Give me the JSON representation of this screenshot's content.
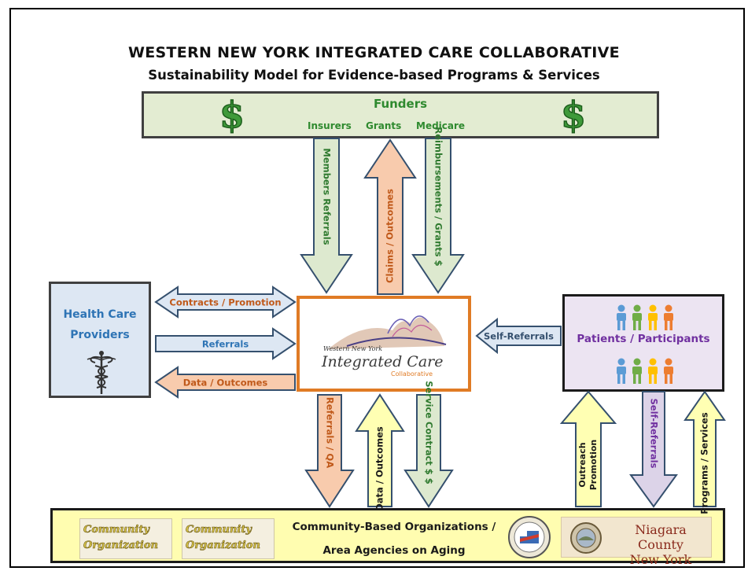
{
  "title": {
    "line1": "WESTERN NEW YORK INTEGRATED CARE COLLABORATIVE",
    "line2": "Sustainability Model for Evidence-based Programs & Services"
  },
  "funders": {
    "label": "Funders",
    "dollar_symbol": "$",
    "insurers": "Insurers",
    "grants": "Grants",
    "medicare": "Medicare"
  },
  "health_care_providers": {
    "line1": "Health Care",
    "line2": "Providers",
    "icon": "caduceus-icon"
  },
  "center_logo": {
    "small_text": "Western New York",
    "main_text": "Integrated Care",
    "sub_text": "Collaborative"
  },
  "patients": {
    "label": "Patients / Participants",
    "icon": "people-icon",
    "figure_colors": [
      "#5b9bd5",
      "#70ad47",
      "#ffc000",
      "#ed7d31"
    ]
  },
  "cbo": {
    "line1": "Community-Based Organizations /",
    "line2": "Area Agencies on Aging",
    "logo_text_1": "Community",
    "logo_text_2": "Organization",
    "niagara_line1": "Niagara County",
    "niagara_line2": "New York"
  },
  "arrows": {
    "members_referrals": "Members Referrals",
    "claims_outcomes": "Claims / Outcomes",
    "reimbursements": "Reimbursements / Grants $",
    "contracts_promotion": "Contracts / Promotion",
    "referrals": "Referrals",
    "data_outcomes_left": "Data / Outcomes",
    "self_referrals_in": "Self-Referrals",
    "referrals_qa": "Referrals / QA",
    "data_outcomes_up": "Data / Outcomes",
    "service_contract": "Service Contract $ $",
    "outreach": "Outreach",
    "promotion": "Promotion",
    "self_referrals_down": "Self-Referrals",
    "programs_services": "Programs / Services"
  },
  "colors": {
    "green_arrow": "#dde9cf",
    "orange_arrow": "#f8cbad",
    "blue_arrow": "#dde7f3",
    "yellow_arrow": "#ffffb3",
    "purple_arrow": "#dcd3e8",
    "arrow_border": "#35506e",
    "funder_green": "#2f8a2f",
    "provider_blue": "#2e74b5",
    "patient_purple": "#7030a0",
    "center_orange": "#e07b25"
  }
}
